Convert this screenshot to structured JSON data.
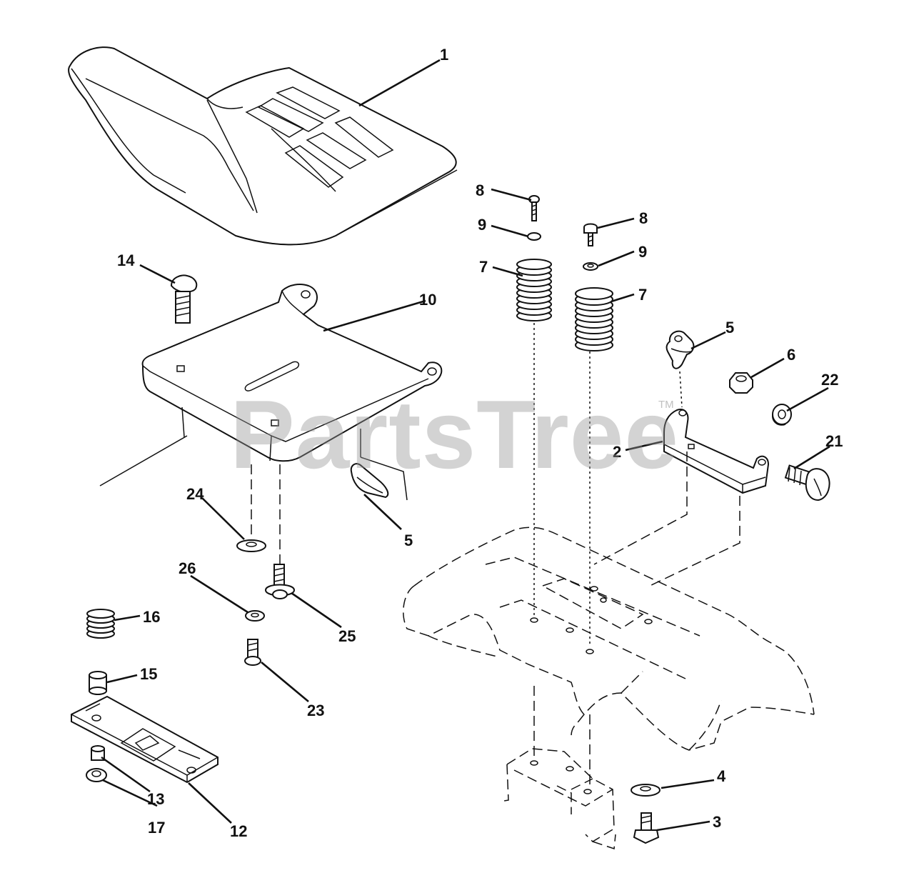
{
  "watermark": {
    "text": "PartsTree",
    "mark": "TM"
  },
  "callouts": {
    "c1": "1",
    "c2": "2",
    "c3": "3",
    "c4": "4",
    "c5a": "5",
    "c5b": "5",
    "c6": "6",
    "c7a": "7",
    "c7b": "7",
    "c8a": "8",
    "c8b": "8",
    "c9a": "9",
    "c9b": "9",
    "c10": "10",
    "c12": "12",
    "c13": "13",
    "c14": "14",
    "c15": "15",
    "c16": "16",
    "c17": "17",
    "c21": "21",
    "c22": "22",
    "c23": "23",
    "c24": "24",
    "c25": "25",
    "c26": "26"
  }
}
